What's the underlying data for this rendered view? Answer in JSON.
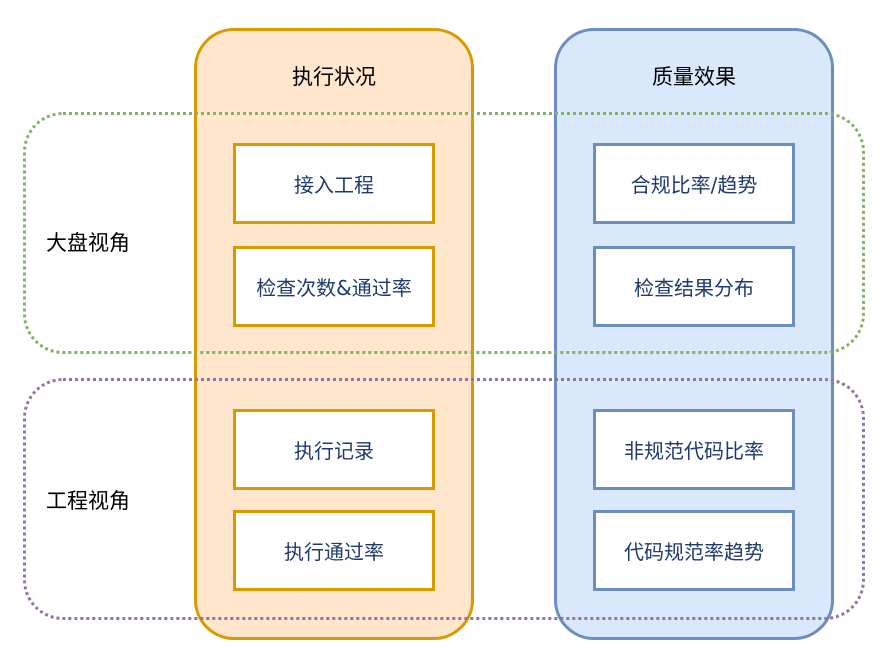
{
  "columns": {
    "execution": {
      "title": "执行状况",
      "items": [
        "接入工程",
        "检查次数&通过率",
        "执行记录",
        "执行通过率"
      ]
    },
    "quality": {
      "title": "质量效果",
      "items": [
        "合规比率/趋势",
        "检查结果分布",
        "非规范代码比率",
        "代码规范率趋势"
      ]
    }
  },
  "rows": {
    "overview": {
      "label": "大盘视角"
    },
    "project": {
      "label": "工程视角"
    }
  },
  "colors": {
    "execution_fill": "#ffe6cc",
    "execution_border": "#d79b00",
    "quality_fill": "#dae8fc",
    "quality_border": "#6c8ebf",
    "overview_band_border": "#82b366",
    "project_band_border": "#9673a6",
    "item_text": "#1f3a6e"
  }
}
